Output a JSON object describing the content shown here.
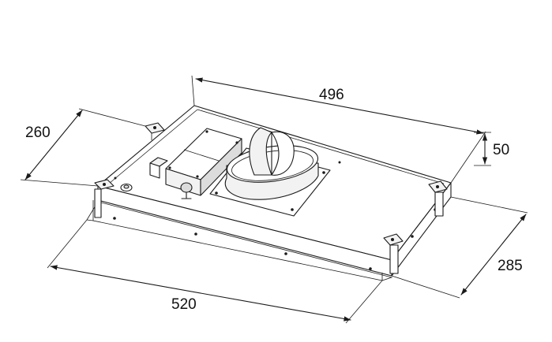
{
  "dimensions": {
    "width_top": "496",
    "depth_left": "260",
    "height_right": "50",
    "depth_right": "285",
    "width_bottom": "520"
  },
  "colors": {
    "line": "#1a1a1a",
    "background": "#ffffff"
  }
}
